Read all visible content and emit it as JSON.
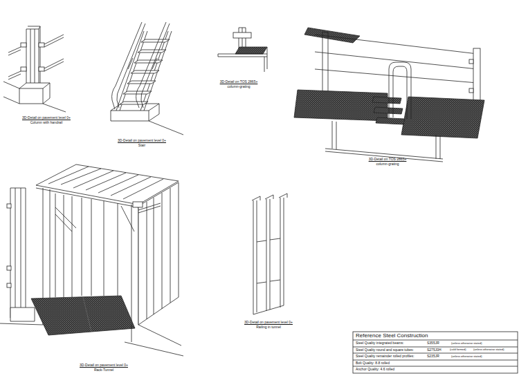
{
  "diagram": {
    "labels": [
      "3D-Detail on pavement level 0+",
      "Column with handrail",
      "3D-Detail on pavement level 0+",
      "Stair",
      "3D-Detail on TOS 2865+",
      "column-grating",
      "3D-Detail on TOS 2865+",
      "column-grating",
      "3D-Detail on pavement level 0+",
      "Railing in tunnel",
      "3D-Detail on pavement level 0+",
      "Rack-Tunnel",
      "Reference Steel Construction",
      "Steel Quality integrated beams:",
      "S355JR",
      "(unless otherwise stated)",
      "Steel Quality round and square tubes:",
      "S275J0H",
      "(cold formed)",
      "(unless otherwise stated)",
      "Steel Quality remainder rolled profiles:",
      "S235JR",
      "(unless otherwise stated)",
      "Bolt Quality: 8.8 rolled",
      "Anchor Quality: 4.6 rolled"
    ]
  }
}
